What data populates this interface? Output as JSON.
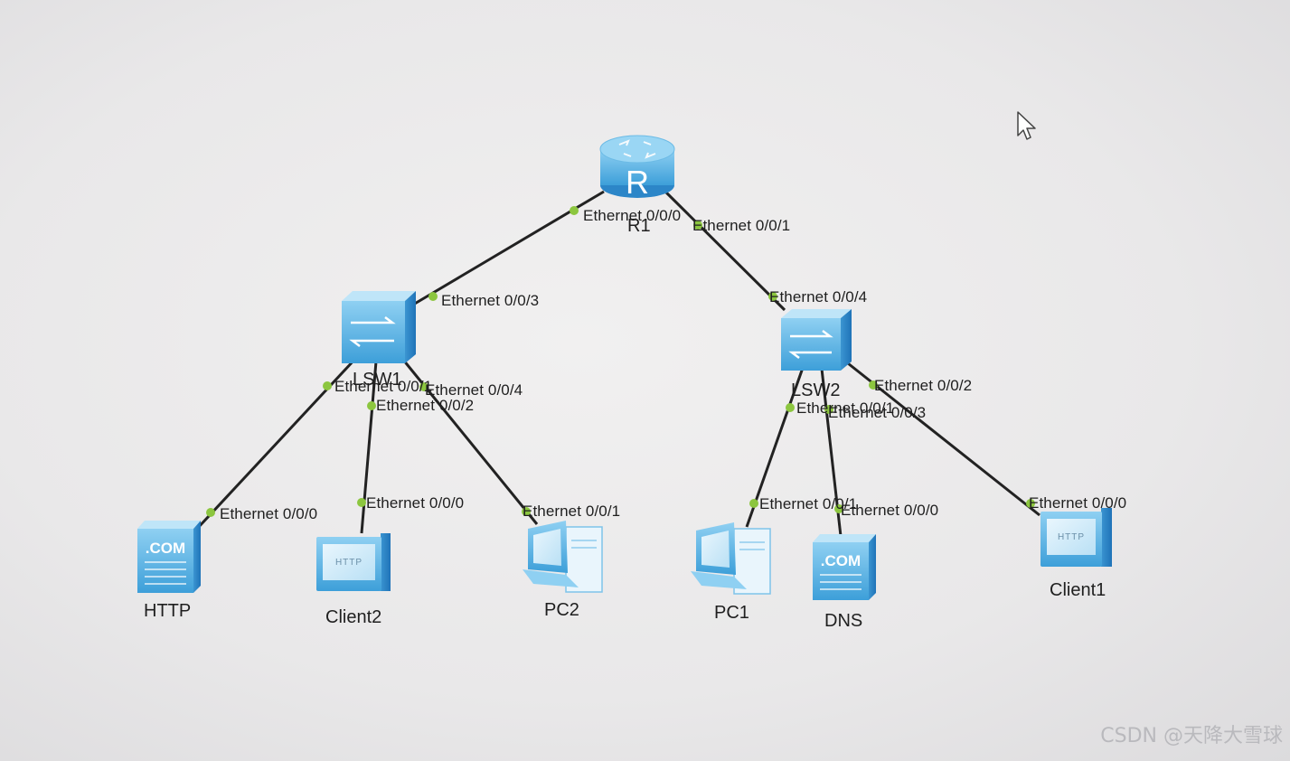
{
  "devices": [
    {
      "id": "R1",
      "label": "R1",
      "type": "router"
    },
    {
      "id": "LSW1",
      "label": "LSW1",
      "type": "switch"
    },
    {
      "id": "LSW2",
      "label": "LSW2",
      "type": "switch"
    },
    {
      "id": "HTTP",
      "label": "HTTP",
      "type": "server"
    },
    {
      "id": "Client2",
      "label": "Client2",
      "type": "client"
    },
    {
      "id": "PC2",
      "label": "PC2",
      "type": "pc"
    },
    {
      "id": "PC1",
      "label": "PC1",
      "type": "pc"
    },
    {
      "id": "DNS",
      "label": "DNS",
      "type": "server"
    },
    {
      "id": "Client1",
      "label": "Client1",
      "type": "client"
    }
  ],
  "links": [
    {
      "from": "R1",
      "from_port": "Ethernet 0/0/0",
      "to": "LSW1",
      "to_port": "Ethernet 0/0/3"
    },
    {
      "from": "R1",
      "from_port": "Ethernet 0/0/1",
      "to": "LSW2",
      "to_port": "Ethernet 0/0/4"
    },
    {
      "from": "LSW1",
      "from_port": "Ethernet 0/0/1",
      "to": "HTTP",
      "to_port": "Ethernet 0/0/0"
    },
    {
      "from": "LSW1",
      "from_port": "Ethernet 0/0/2",
      "to": "Client2",
      "to_port": "Ethernet 0/0/0"
    },
    {
      "from": "LSW1",
      "from_port": "Ethernet 0/0/4",
      "to": "PC2",
      "to_port": "Ethernet 0/0/1"
    },
    {
      "from": "LSW2",
      "from_port": "Ethernet 0/0/1",
      "to": "PC1",
      "to_port": "Ethernet 0/0/1"
    },
    {
      "from": "LSW2",
      "from_port": "Ethernet 0/0/3",
      "to": "DNS",
      "to_port": "Ethernet 0/0/0"
    },
    {
      "from": "LSW2",
      "from_port": "Ethernet 0/0/2",
      "to": "Client1",
      "to_port": "Ethernet 0/0/0"
    }
  ],
  "icons": {
    "router_letter": "R",
    "server_text": ".COM",
    "client_text": "HTTP"
  },
  "colors": {
    "device_blue": "#5fb6e6",
    "port_dot": "#8cc63f",
    "link_line": "#222222"
  },
  "watermark": "CSDN @天降大雪球"
}
